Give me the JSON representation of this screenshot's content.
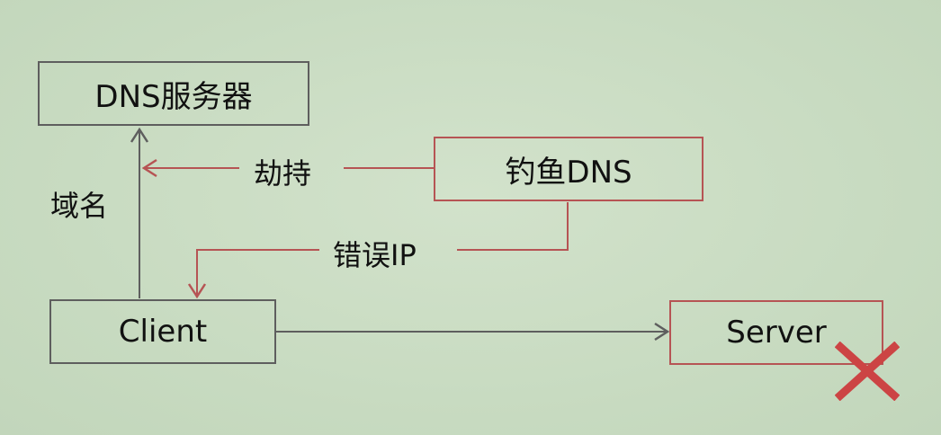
{
  "nodes": {
    "dns_server": {
      "label": "DNS服务器"
    },
    "phishing_dns": {
      "label": "钓鱼DNS"
    },
    "client": {
      "label": "Client"
    },
    "server": {
      "label": "Server"
    }
  },
  "edges": {
    "domain": {
      "label": "域名"
    },
    "hijack": {
      "label": "劫持"
    },
    "wrong_ip": {
      "label": "错误IP"
    }
  },
  "colors": {
    "gray_line": "#5e5e5e",
    "red_line": "#b65454",
    "cross": "#cc4444"
  }
}
